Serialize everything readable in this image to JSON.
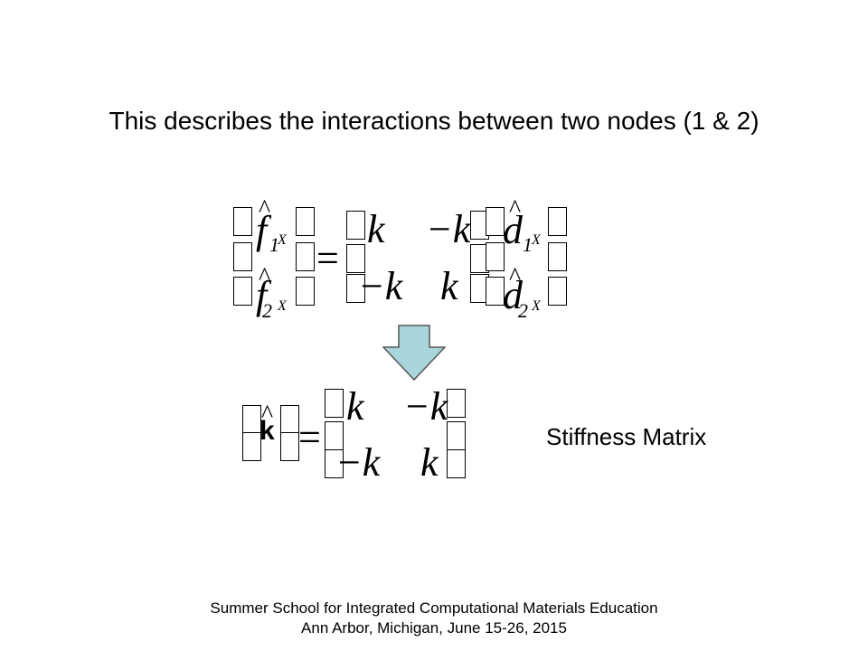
{
  "slide": {
    "heading": "This describes the interactions between two nodes (1 & 2)",
    "label": "Stiffness Matrix",
    "footer_line1": "Summer School for Integrated Computational Materials Education",
    "footer_line2": "Ann Arbor, Michigan, June 15-26, 2015"
  },
  "equation1": {
    "lhs_row1": {
      "symbol": "f",
      "hat": "^",
      "sub": "1",
      "subvar": "X"
    },
    "lhs_row2": {
      "symbol": "f",
      "hat": "^",
      "sub": "2",
      "subvar": "X"
    },
    "equals": "=",
    "m11": "k",
    "m12": "−k",
    "m21": "−k",
    "m22": "k",
    "rhs_row1": {
      "symbol": "d",
      "hat": "^",
      "sub": "1",
      "subvar": "X"
    },
    "rhs_row2": {
      "symbol": "d",
      "hat": "^",
      "sub": "2",
      "subvar": "X"
    }
  },
  "equation2": {
    "lhs": {
      "symbol": "k",
      "hat": "^"
    },
    "equals": "=",
    "m11": "k",
    "m12": "−k",
    "m21": "−k",
    "m22": "k"
  },
  "colors": {
    "arrow_fill": "#a9d6dc",
    "arrow_stroke": "#555555"
  },
  "icons": {
    "arrow": "down-arrow-icon"
  }
}
